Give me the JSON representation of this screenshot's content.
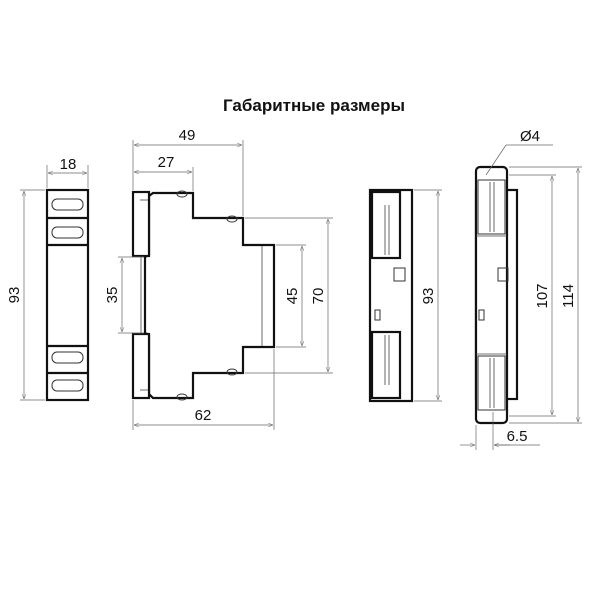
{
  "title": "Габаритные размеры",
  "front_view": {
    "width": "18",
    "height": "93"
  },
  "side_view": {
    "depth_total": "49",
    "depth_front": "27",
    "rail_width": "35",
    "front_height": "45",
    "mid_height": "70",
    "depth_full": "62"
  },
  "back_view": {
    "height": "93"
  },
  "rail_view": {
    "hole_diameter": "Ø4",
    "inner_height": "107",
    "outer_height": "114",
    "offset": "6.5"
  },
  "colors": {
    "line": "#111111",
    "dimension": "#666666"
  }
}
